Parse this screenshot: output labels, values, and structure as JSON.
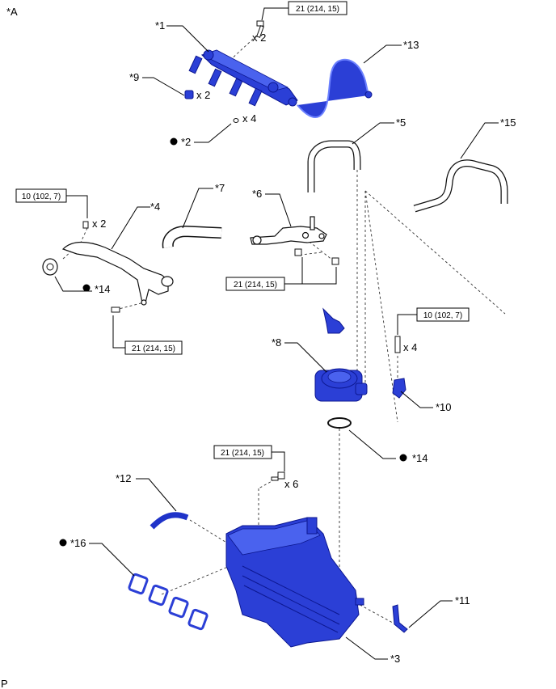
{
  "view_id": "*A",
  "corner_mark": "P",
  "callouts": {
    "c1": "*1",
    "c2": "*2",
    "c3": "*3",
    "c4": "*4",
    "c5": "*5",
    "c6": "*6",
    "c7": "*7",
    "c8": "*8",
    "c9": "*9",
    "c10": "*10",
    "c11": "*11",
    "c12": "*12",
    "c13": "*13",
    "c14a": "*14",
    "c14b": "*14",
    "c15": "*15",
    "c16": "*16"
  },
  "quantities": {
    "q_bolt_rail": "x 2",
    "q_insulator": "x 2",
    "q_item2": "x 4",
    "q_bolt_pipe4": "x 2",
    "q_bolt_bracket": "x 4",
    "q_bolt_manifold": "x 6"
  },
  "torques": {
    "t_rail": "21 (214, 15)",
    "t_pipe4_top": "10 (102, 7)",
    "t_pipe4_bottom": "21 (214, 15)",
    "t_item6": "21 (214, 15)",
    "t_bracket": "10 (102, 7)",
    "t_manifold": "21 (214, 15)"
  },
  "colors": {
    "part_fill": "#2b3fd6",
    "part_edge": "#0c1790",
    "line": "#000000"
  },
  "symbols": {
    "non_reusable": "filled-circle"
  }
}
